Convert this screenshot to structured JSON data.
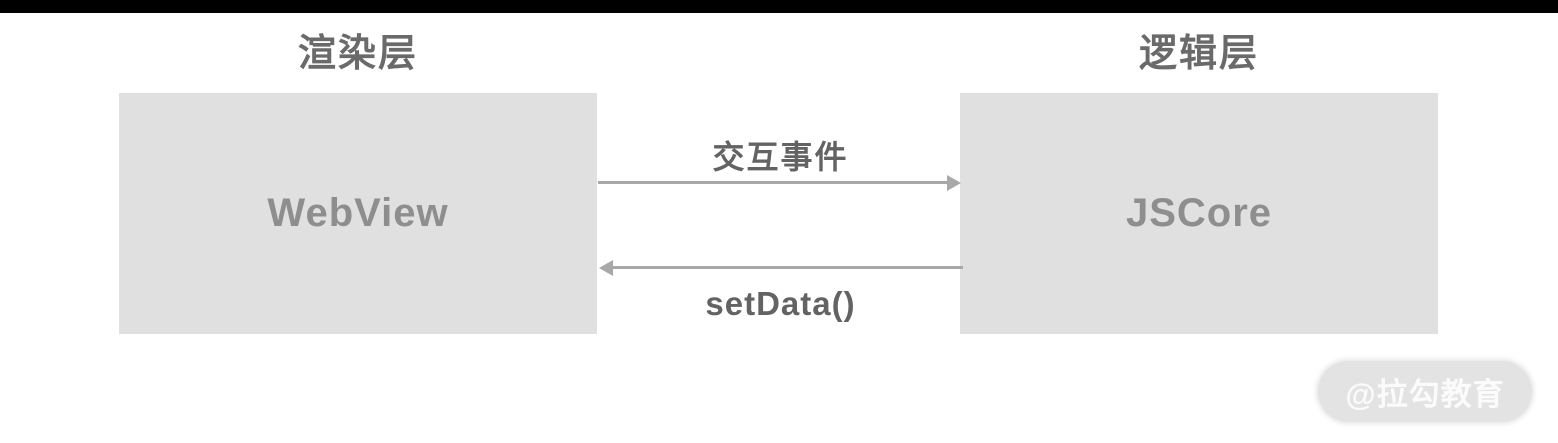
{
  "layers": {
    "renderer": {
      "title": "渲染层",
      "box_label": "WebView"
    },
    "logic": {
      "title": "逻辑层",
      "box_label": "JSCore"
    }
  },
  "arrows": {
    "forward": {
      "label": "交互事件",
      "direction": "left-to-right"
    },
    "backward": {
      "label": "setData()",
      "direction": "right-to-left"
    }
  },
  "watermark": {
    "text": "@拉勾教育"
  },
  "colors": {
    "top_bar": "#000000",
    "box_fill": "#e0e0e0",
    "box_text": "#8e8e8e",
    "layer_title_text": "#6a6a6a",
    "arrow": "#a8a8a8",
    "arrow_label_text": "#636363",
    "watermark_bg": "#e3e3e3",
    "watermark_text": "#fbfbfb"
  }
}
